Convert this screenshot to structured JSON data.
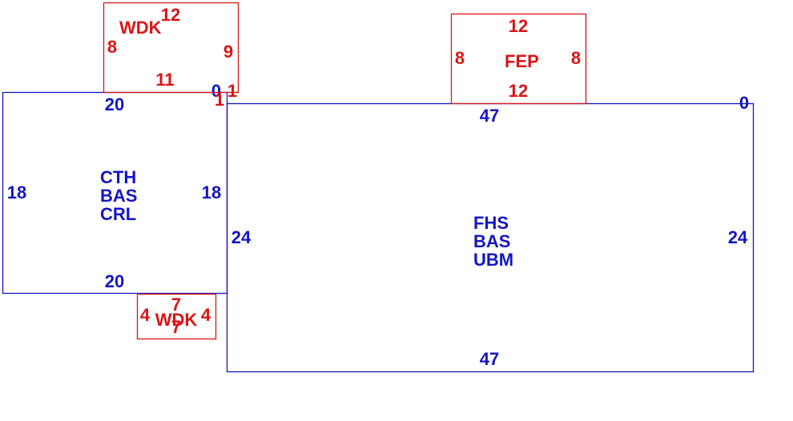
{
  "colors": {
    "main_area": "#1414c8",
    "addition": "#dc1414"
  },
  "areas": {
    "fhs": {
      "labels": [
        "FHS",
        "BAS",
        "UBM"
      ],
      "top": "47",
      "bottom": "47",
      "left": "24",
      "right": "24",
      "corner": "0"
    },
    "cth": {
      "labels": [
        "CTH",
        "BAS",
        "CRL"
      ],
      "top": "20",
      "bottom": "20",
      "left": "18",
      "right": "18",
      "corner": "0"
    },
    "fep": {
      "label": "FEP",
      "top": "12",
      "bottom": "12",
      "left": "8",
      "right": "8"
    },
    "wdk_top": {
      "label": "WDK",
      "top": "12",
      "bottom": "11",
      "left": "8",
      "right": "9",
      "step_a": "1",
      "step_b": "1"
    },
    "wdk_bottom": {
      "label": "WDK",
      "top": "7",
      "bottom": "7",
      "left": "4",
      "right": "4"
    }
  }
}
